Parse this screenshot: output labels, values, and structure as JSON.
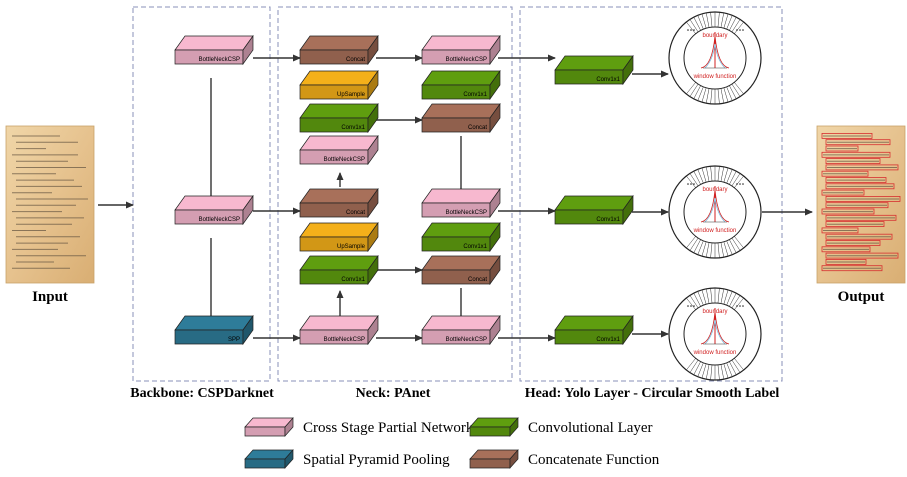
{
  "titles": {
    "input": "Input",
    "output": "Output",
    "backbone": "Backbone: CSPDarknet",
    "neck": "Neck: PAnet",
    "head": "Head: Yolo Layer  -  Circular Smooth Label"
  },
  "blocks": {
    "csp": "BottleNeckCSP",
    "spp": "SPP",
    "concat": "Concat",
    "upsample": "UpSample",
    "conv": "Conv1x1",
    "conv_head": "Conv1x1"
  },
  "csl": {
    "boundary": "boundary",
    "window": "window function"
  },
  "legend": [
    {
      "label": "Cross Stage Partial Network",
      "color": "#f7b8cf"
    },
    {
      "label": "Spatial Pyramid Pooling",
      "color": "#2e7c99"
    },
    {
      "label": "Convolutional Layer",
      "color": "#5f9e0f"
    },
    {
      "label": "Concatenate Function",
      "color": "#a8705a"
    }
  ],
  "colors": {
    "csp": "#f7b8cf",
    "spp": "#2e7c99",
    "conv": "#5f9e0f",
    "concat": "#a8705a",
    "upsample": "#f4b01a",
    "panel_border": "#8a90b8",
    "parchment": "#e9c894",
    "detection_box": "#d63030"
  }
}
